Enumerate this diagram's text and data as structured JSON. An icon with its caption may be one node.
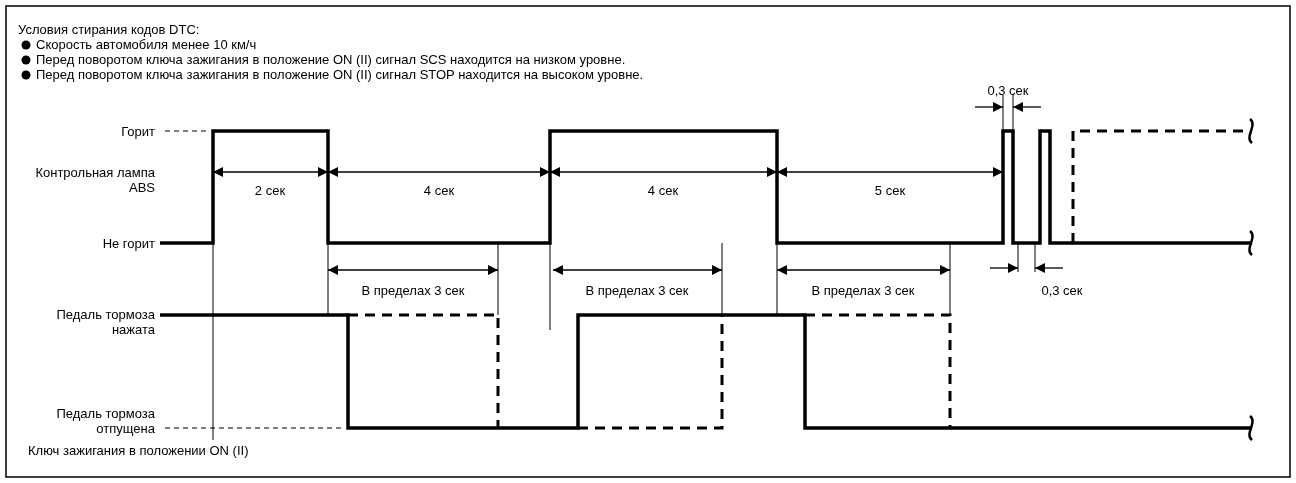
{
  "diagram": {
    "title": "Условия стирания кодов DTC:",
    "labels": [
      "Скорость автомобиля менее 10 км/ч",
      "Перед поворотом ключа зажигания в положение ON (II) сигнал SCS находится на низком уровне.",
      "Перед поворотом ключа зажигания в положение ON (II) сигнал STOP находится на высоком уровне.",
      "0,3 сек",
      "Горит",
      "Контрольная лампа ABS",
      "2 сек",
      "4 сек",
      "4 сек",
      "5 сек",
      "Не горит",
      "В пределах 3 сек",
      "В пределах 3 сек",
      "В пределах 3 сек",
      "0,3 сек",
      "Педаль тормоза нажата",
      "Педаль тормоза отпущена",
      "Ключ зажигания в положении ON (II)"
    ]
  }
}
